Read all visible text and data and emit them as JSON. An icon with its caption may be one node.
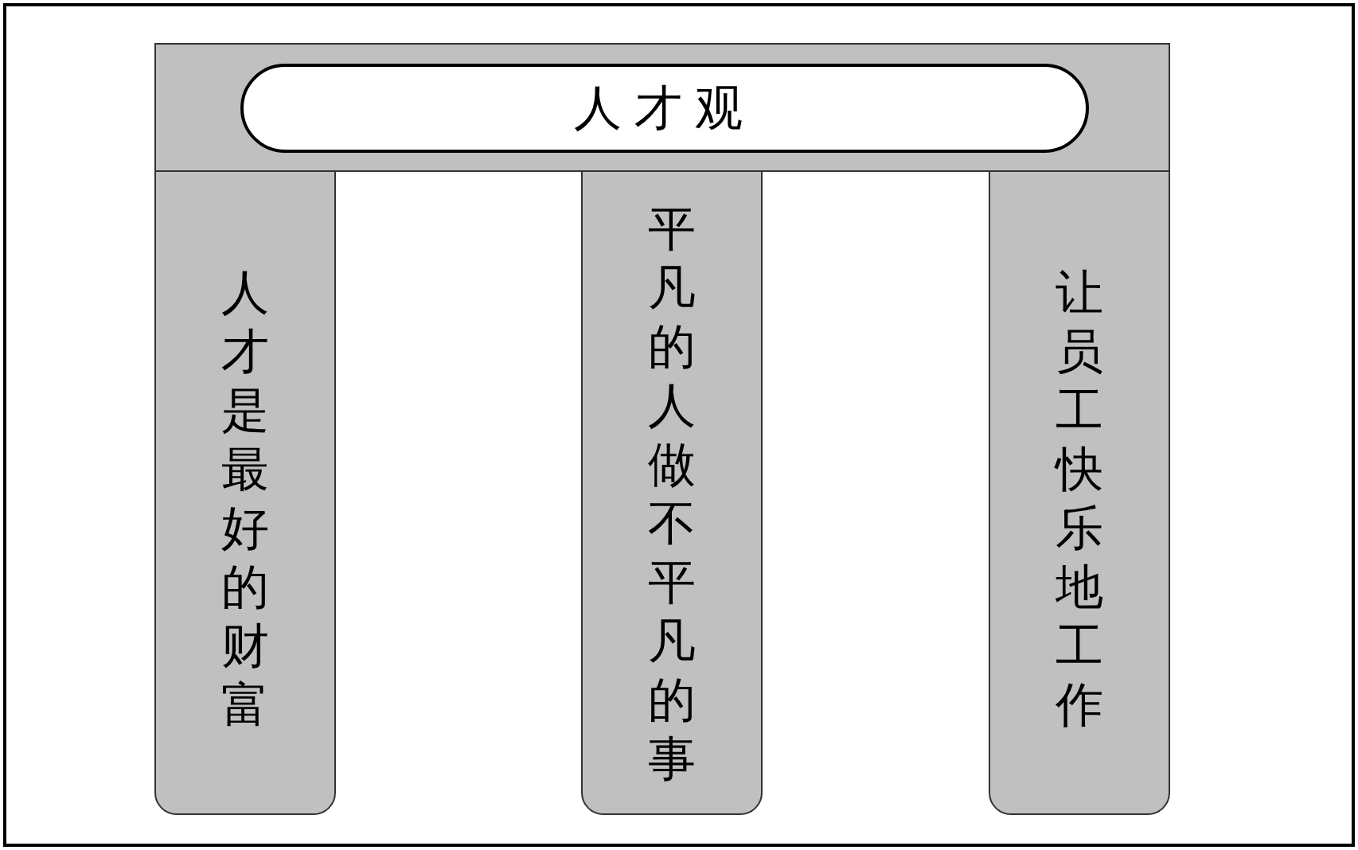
{
  "diagram": {
    "nodes": [
      {
        "text": [],
        "shape": "box"
      },
      {
        "text": [
          "人才观"
        ],
        "in": 0
      },
      {
        "text": [
          "人才是最好的财富"
        ]
      },
      {
        "text": [
          "平凡的人做不平凡的事"
        ]
      },
      {
        "text": [
          "让员工快乐地工作"
        ]
      }
    ]
  }
}
